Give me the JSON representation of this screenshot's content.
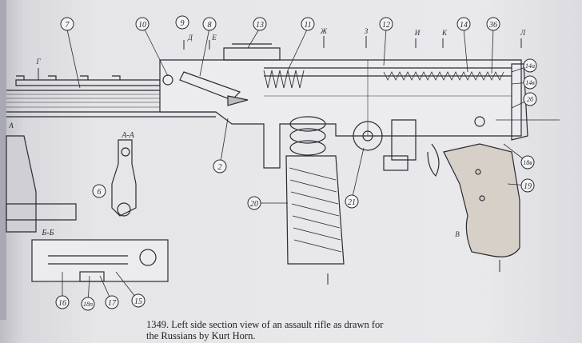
{
  "caption": {
    "line1": "1349. Left side section view of an assault rifle as drawn for",
    "line2": "the Russians by Kurt Horn."
  },
  "callouts": [
    "7",
    "10",
    "9",
    "8",
    "13",
    "11",
    "12",
    "14",
    "36",
    "14a",
    "14в",
    "2б",
    "18в",
    "19",
    "2",
    "6",
    "20",
    "21",
    "16",
    "18п",
    "17",
    "15"
  ],
  "section_marks": [
    "Г",
    "Д",
    "Е",
    "Ж",
    "З",
    "И",
    "К",
    "Л",
    "А",
    "В"
  ],
  "view_labels": [
    "А-А",
    "Б-Б"
  ],
  "colors": {
    "ink": "#2a2a33",
    "paper": "#e8e8eb",
    "wood": "#d6d0c8"
  }
}
